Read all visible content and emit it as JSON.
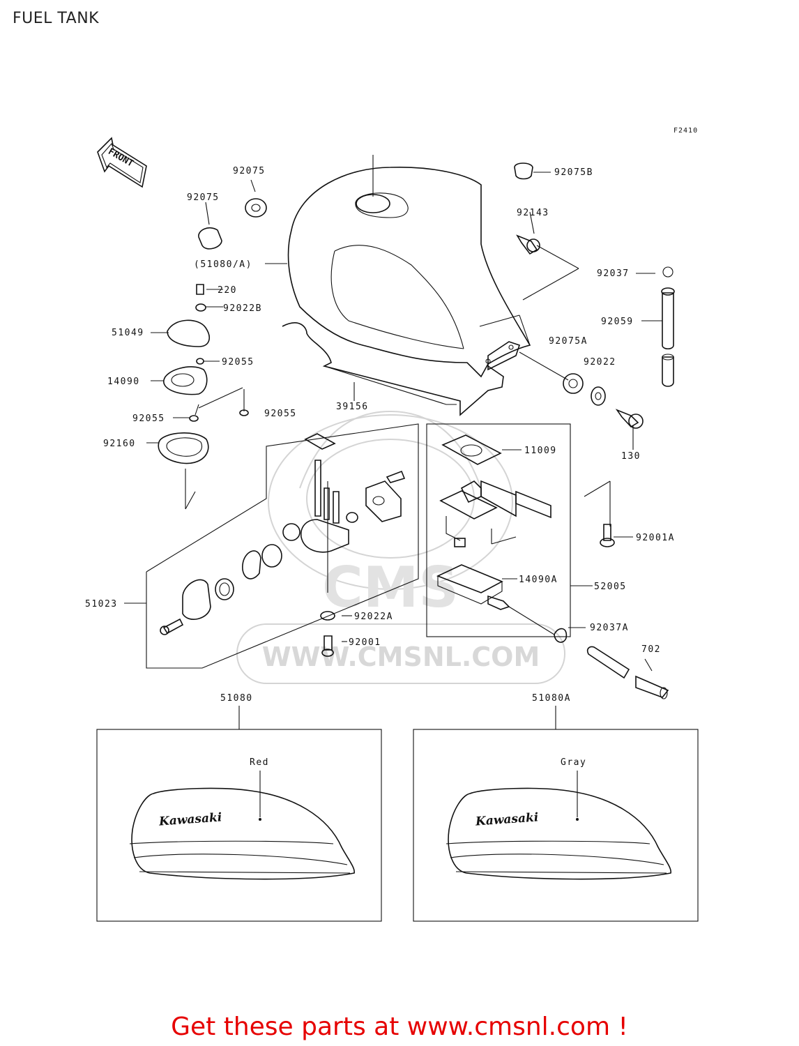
{
  "page": {
    "title": "FUEL TANK",
    "figure_code": "F2410",
    "front_arrow_text": "FRONT",
    "footer": "Get these parts at www.cmsnl.com !"
  },
  "watermark": {
    "text": "WWW.CMSNL.COM",
    "logo": "CMS"
  },
  "parts": {
    "p92075_a": "92075",
    "p92075_b": "92075",
    "p92075B": "92075B",
    "p92143": "92143",
    "p92037": "92037",
    "p51080A_ref": "(51080/A)",
    "p220": "220",
    "p92022B": "92022B",
    "p51049": "51049",
    "p92055_a": "92055",
    "p14090": "14090",
    "p92055_b": "92055",
    "p92055_c": "92055",
    "p39156": "39156",
    "p92075A": "92075A",
    "p92022": "92022",
    "p92059": "92059",
    "p130": "130",
    "p92160": "92160",
    "p11009": "11009",
    "p92001A": "92001A",
    "p14090A": "14090A",
    "p52005": "52005",
    "p51023": "51023",
    "p92022A": "92022A",
    "p92001": "92001",
    "p92037A": "92037A",
    "p702": "702",
    "p51080": "51080",
    "p51080A": "51080A"
  },
  "variants": [
    {
      "color_label": "Red",
      "badge": "Kawasaki"
    },
    {
      "color_label": "Gray",
      "badge": "Kawasaki"
    }
  ],
  "colors": {
    "footer_text": "#e60000",
    "line": "#111111",
    "watermark": "#d4d4d4"
  }
}
